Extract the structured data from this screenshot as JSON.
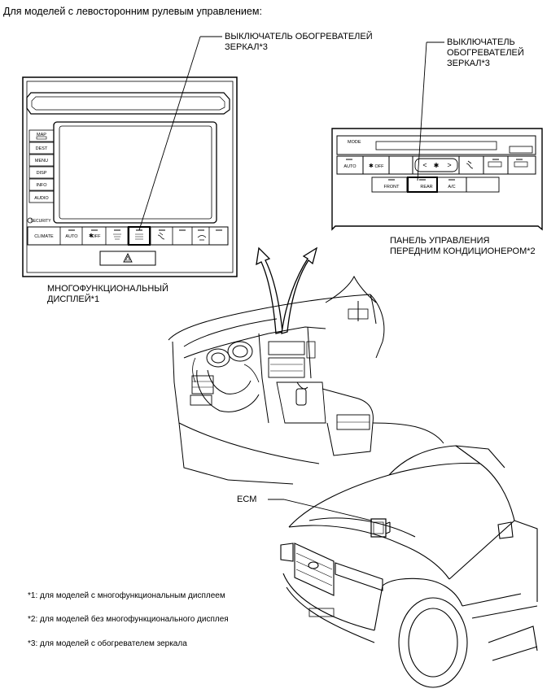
{
  "heading": "Для моделей с левосторонним рулевым управлением:",
  "callouts": {
    "mirror_switch_left": [
      "ВЫКЛЮЧАТЕЛЬ ОБОГРЕВАТЕЛЕЙ",
      "ЗЕРКАЛ*3"
    ],
    "mirror_switch_right": [
      "ВЫКЛЮЧАТЕЛЬ",
      "ОБОГРЕВАТЕЛЕЙ",
      "ЗЕРКАЛ*3"
    ],
    "multi_display": [
      "МНОГОФУНКЦИОНАЛЬНЫЙ",
      "ДИСПЛЕЙ*1"
    ],
    "ac_panel": [
      "ПАНЕЛЬ УПРАВЛЕНИЯ",
      "ПЕРЕДНИМ КОНДИЦИОНЕРОМ*2"
    ],
    "ecm": "ECM"
  },
  "display_buttons": {
    "side": [
      "MAP",
      "DEST",
      "MENU",
      "DISP",
      "INFO",
      "AUDIO"
    ],
    "bottom": [
      "CLIMATE",
      "AUTO",
      "OFF"
    ],
    "security": "SECURITY"
  },
  "ac_buttons": {
    "mode": "MODE",
    "auto": "AUTO",
    "off": "OFF",
    "front": "FRONT",
    "rear": "REAR",
    "ac": "A/C"
  },
  "footnotes": [
    "*1: для моделей с многофункциональным дисплеем",
    "*2: для моделей без многофункционального дисплея",
    "*3: для моделей с обогревателем зеркала"
  ]
}
